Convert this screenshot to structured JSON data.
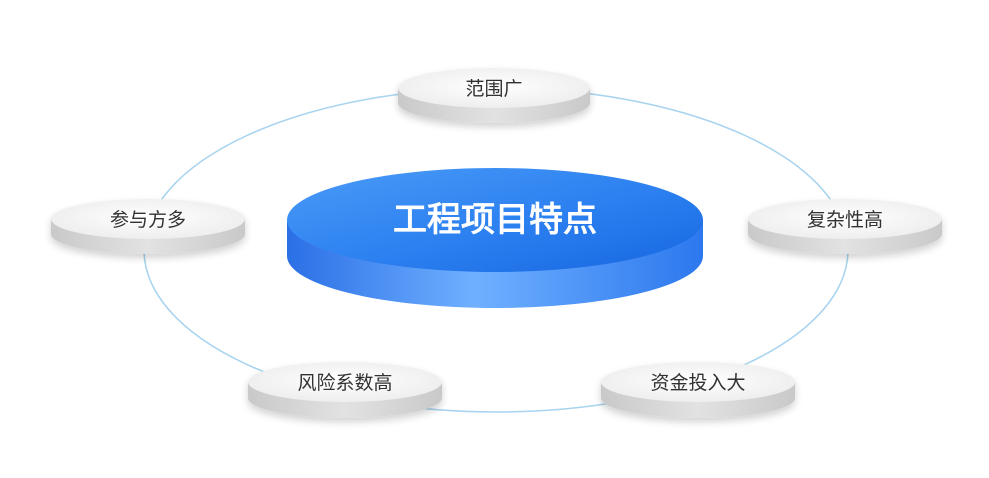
{
  "diagram": {
    "center": {
      "label": "工程项目特点"
    },
    "nodes": [
      {
        "id": "scope",
        "label": "范围广"
      },
      {
        "id": "complexity",
        "label": "复杂性高"
      },
      {
        "id": "investment",
        "label": "资金投入大"
      },
      {
        "id": "risk",
        "label": "风险系数高"
      },
      {
        "id": "participants",
        "label": "参与方多"
      }
    ],
    "colors": {
      "center_top_dark": "#1a6fe8",
      "center_top_light": "#3f95f5",
      "center_side_dark": "#2f7bf0",
      "center_side_light": "#79b8ff",
      "ring": "#a9d4ef",
      "node_top": "#f5f5f5",
      "node_side": "#d3d3d3",
      "node_text": "#333333"
    }
  }
}
